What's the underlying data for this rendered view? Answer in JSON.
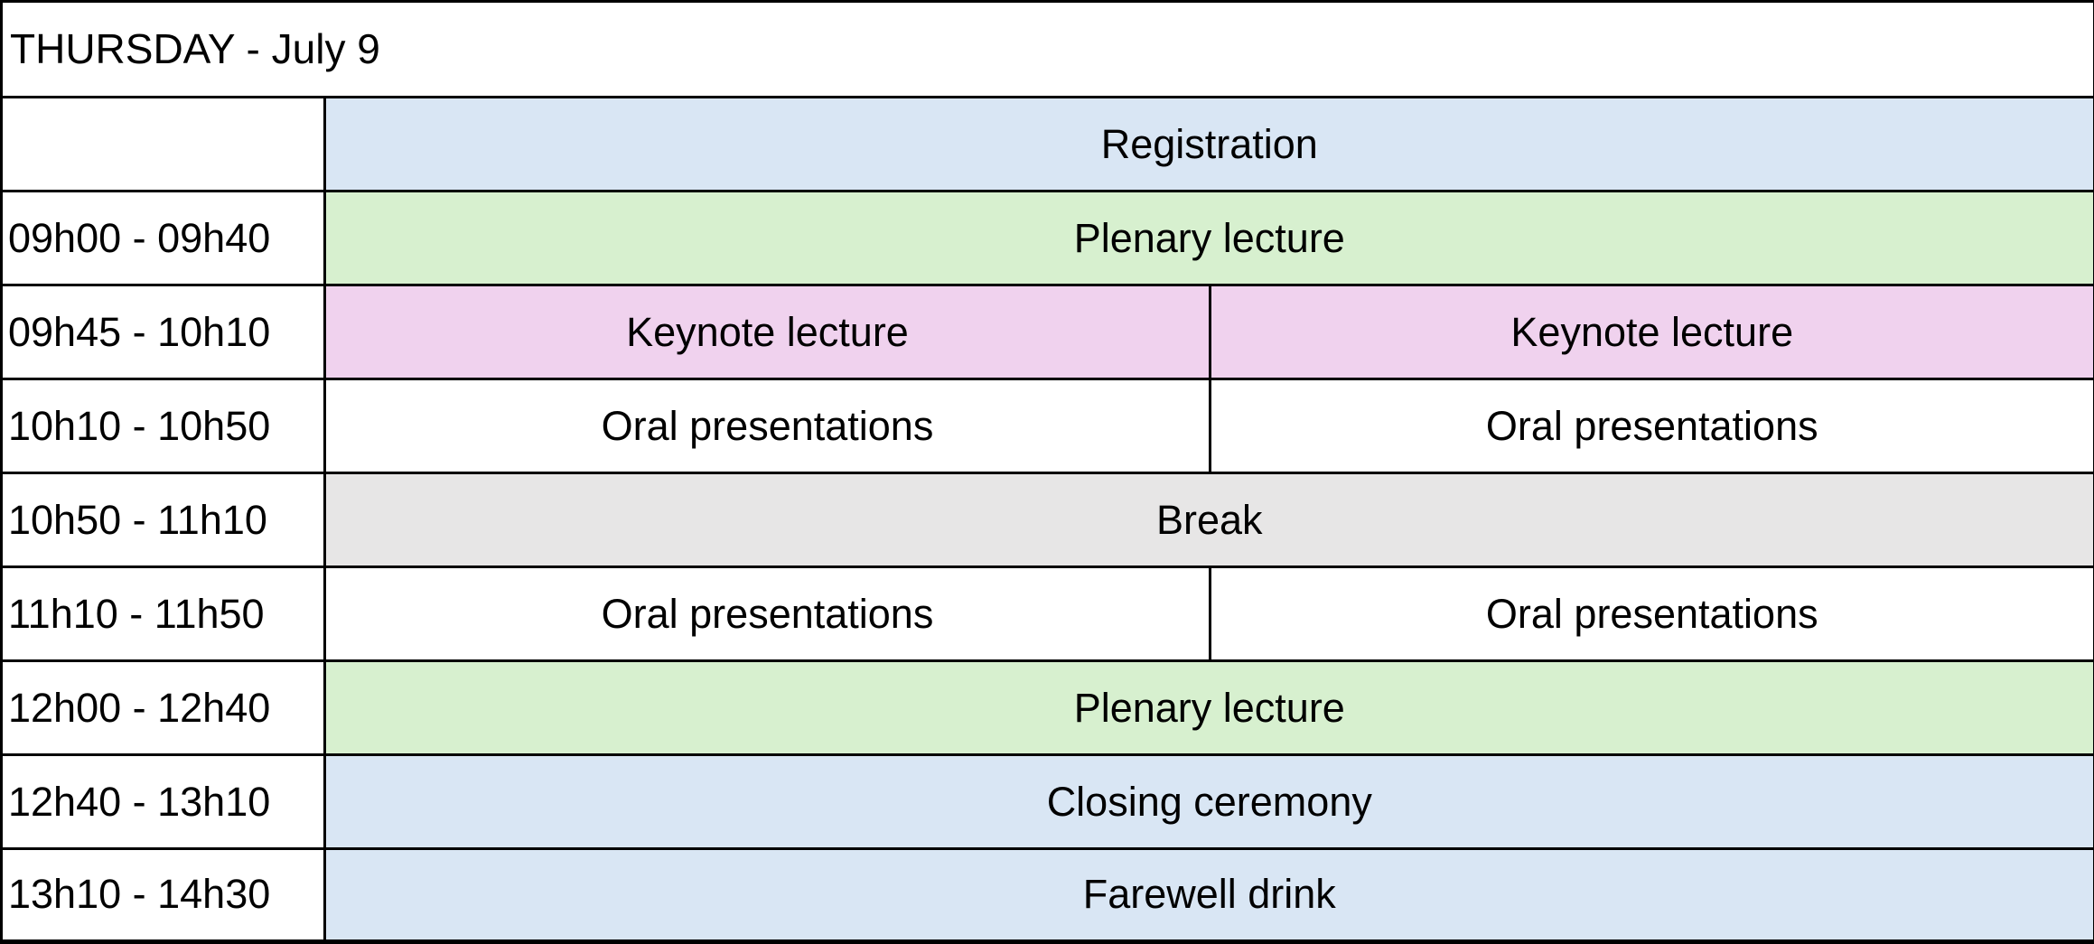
{
  "title": "THURSDAY - July 9",
  "colors": {
    "event_blue": "#d9e6f4",
    "event_green": "#d7f0cf",
    "event_pink": "#f0d2ee",
    "event_gray": "#e7e6e6",
    "cell_white": "#ffffff",
    "border": "#000000",
    "text": "#000000"
  },
  "schedule": {
    "rows": [
      {
        "time": "",
        "events": [
          {
            "label": "Registration",
            "color": "blue",
            "span": 2
          }
        ]
      },
      {
        "time": "09h00 - 09h40",
        "events": [
          {
            "label": "Plenary lecture",
            "color": "green",
            "span": 2
          }
        ]
      },
      {
        "time": "09h45 - 10h10",
        "events": [
          {
            "label": "Keynote lecture",
            "color": "pink",
            "span": 1
          },
          {
            "label": "Keynote lecture",
            "color": "pink",
            "span": 1
          }
        ]
      },
      {
        "time": "10h10 - 10h50",
        "events": [
          {
            "label": "Oral presentations",
            "color": "white",
            "span": 1
          },
          {
            "label": "Oral presentations",
            "color": "white",
            "span": 1
          }
        ]
      },
      {
        "time": "10h50 - 11h10",
        "events": [
          {
            "label": "Break",
            "color": "gray",
            "span": 2
          }
        ]
      },
      {
        "time": "11h10 - 11h50",
        "events": [
          {
            "label": "Oral presentations",
            "color": "white",
            "span": 1
          },
          {
            "label": "Oral presentations",
            "color": "white",
            "span": 1
          }
        ]
      },
      {
        "time": "12h00 - 12h40",
        "events": [
          {
            "label": "Plenary lecture",
            "color": "green",
            "span": 2
          }
        ]
      },
      {
        "time": "12h40 - 13h10",
        "events": [
          {
            "label": "Closing ceremony",
            "color": "blue",
            "span": 2
          }
        ]
      },
      {
        "time": "13h10 - 14h30",
        "events": [
          {
            "label": "Farewell drink",
            "color": "blue",
            "span": 2
          }
        ]
      }
    ]
  }
}
